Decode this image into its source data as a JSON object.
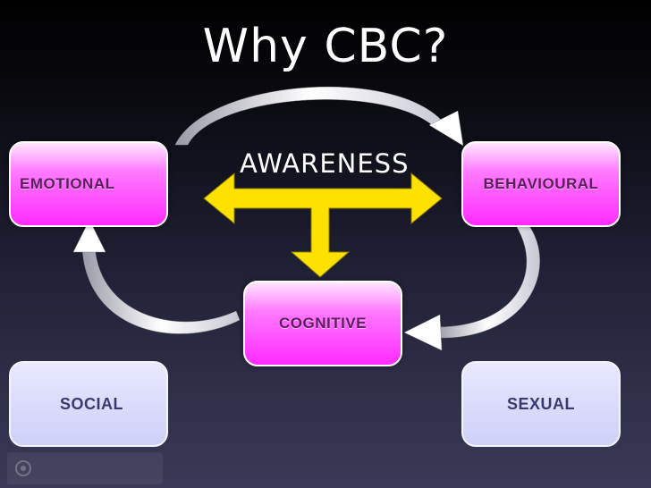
{
  "title": "Why CBC?",
  "center_label": "AWARENESS",
  "nodes": {
    "emotional": "EMOTIONAL",
    "behavioural": "BEHAVIOURAL",
    "cognitive": "COGNITIVE",
    "social": "SOCIAL",
    "sexual": "SEXUAL"
  },
  "colors": {
    "primary_node": "#ff2bff",
    "secondary_node": "#cfd0f8",
    "arrow": "#ffe100",
    "cycle_arrow": "#ffffff"
  }
}
